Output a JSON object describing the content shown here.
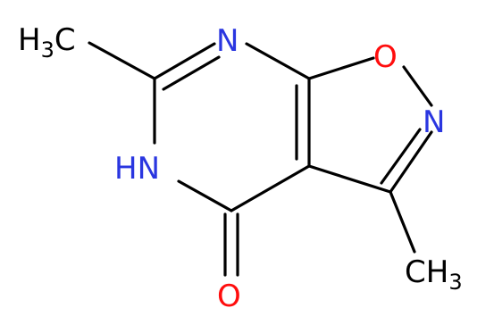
{
  "molecule": {
    "colors": {
      "carbon": "#000000",
      "nitrogen": "#2a36e0",
      "oxygen": "#ff0d0d",
      "background": "#ffffff"
    },
    "labels": {
      "methyl_top_left": {
        "main": "H",
        "sub": "3",
        "tail": "C"
      },
      "n_top": "N",
      "o_ring": "O",
      "n_right": "N",
      "nh": "HN",
      "o_carbonyl": "O",
      "methyl_bottom_right": {
        "main": "CH",
        "sub": "3"
      }
    }
  }
}
